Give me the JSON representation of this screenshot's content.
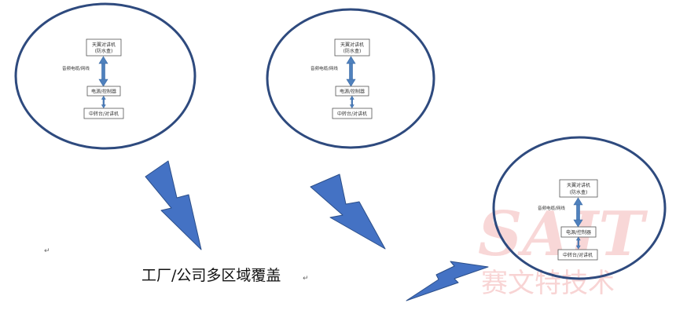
{
  "colors": {
    "circle_stroke": "#2e4a7e",
    "arrow_fill": "#4f81bd",
    "arrow_stroke": "#3b6aa6",
    "bolt_fill": "#4472c4",
    "bolt_stroke": "#2c4f8a",
    "box_stroke": "#555555",
    "watermark": "#f4b8b8"
  },
  "zones": [
    {
      "antenna_box": {
        "line1": "天翼对讲机",
        "line2": "(防水盒)"
      },
      "cable_label": "音频电缆/网线",
      "controller_box": "电源/控制器",
      "repeater_box": "中转台/对讲机"
    },
    {
      "antenna_box": {
        "line1": "天翼对讲机",
        "line2": "(防水盒)"
      },
      "cable_label": "音频电缆/网线",
      "controller_box": "电源/控制器",
      "repeater_box": "中转台/对讲机"
    },
    {
      "antenna_box": {
        "line1": "天翼对讲机",
        "line2": "(防水盒)"
      },
      "cable_label": "音频电缆/网线",
      "controller_box": "电源/控制器",
      "repeater_box": "中转台/对讲机"
    }
  ],
  "caption": "工厂/公司多区域覆盖",
  "paragraph_mark": "↵",
  "watermark": {
    "logo": "SAIT",
    "text": "赛文特技术"
  }
}
